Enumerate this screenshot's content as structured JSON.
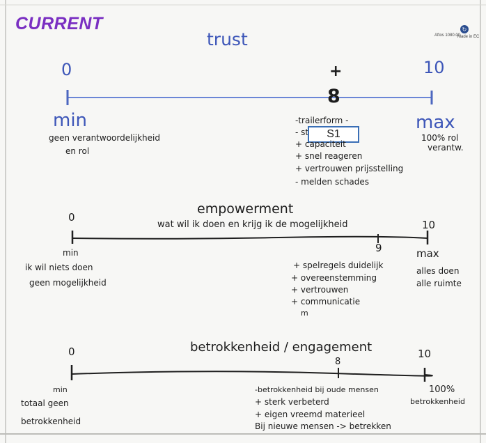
{
  "header": {
    "label": "CURRENT",
    "badge_left": "Aftos 1080.00",
    "badge_right": "Made in EC"
  },
  "trust": {
    "title": "trust",
    "min_value": "0",
    "max_value": "10",
    "plus_mark": "+",
    "marker": "8",
    "min_label": "min",
    "max_label": "max",
    "min_note": [
      "geen verantwoordelijkheid",
      "en rol"
    ],
    "max_note": [
      "100% rol",
      "verantw."
    ],
    "sticky": "S1",
    "notes": [
      "-trailerform -",
      "- standaard",
      "+ capaciteit",
      "+ snel reageren",
      "+ vertrouwen prijsstelling",
      "- melden schades"
    ]
  },
  "empowerment": {
    "title": "empowerment",
    "subtitle": "wat wil ik doen en krijg ik de mogelijkheid",
    "min_value": "0",
    "max_value": "10",
    "min_label": "min",
    "max_label": "max",
    "marker": "9",
    "min_note": [
      "ik wil niets doen",
      "geen mogelijkheid"
    ],
    "max_note": [
      "alles doen",
      "alle ruimte"
    ],
    "notes": [
      "+ spelregels duidelijk",
      "+ overeenstemming",
      "+ vertrouwen",
      "+ communicatie",
      "m"
    ]
  },
  "engagement": {
    "title": "betrokkenheid / engagement",
    "min_value": "0",
    "max_value": "10",
    "marker": "8",
    "min_label": "min",
    "min_note": [
      "totaal geen",
      "betrokkenheid"
    ],
    "max_note": [
      "100%",
      "betrokkenheid"
    ],
    "notes": [
      "-betrokkenheid bij oude mensen",
      "+ sterk verbeterd",
      "+ eigen vreemd materieel",
      "Bij nieuwe mensen -> betrekken"
    ]
  }
}
